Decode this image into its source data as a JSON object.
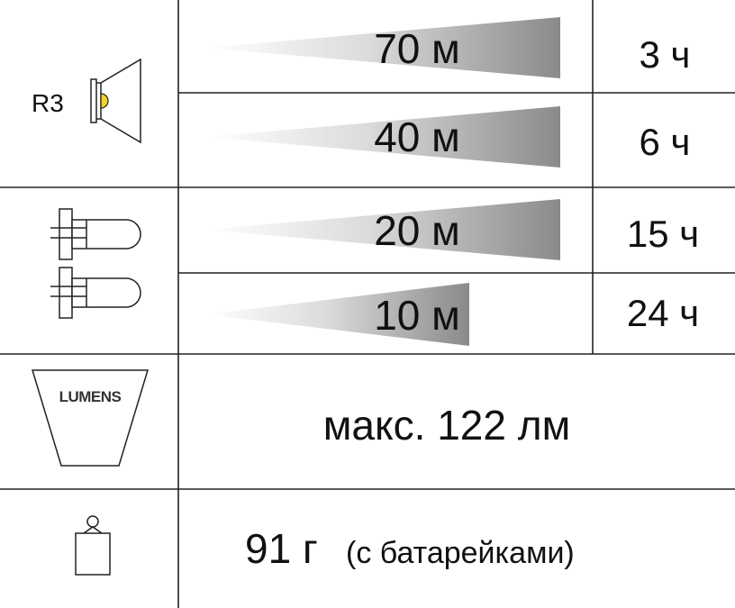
{
  "rows": [
    {
      "icon": "led-reflector-icon",
      "icon_label": "R3",
      "modes": [
        {
          "range": "70 м",
          "runtime": "3 ч",
          "range_m": 70
        },
        {
          "range": "40 м",
          "runtime": "6 ч",
          "range_m": 40
        }
      ]
    },
    {
      "icon": "double-led-bulb-icon",
      "modes": [
        {
          "range": "20 м",
          "runtime": "15 ч",
          "range_m": 20
        },
        {
          "range": "10 м",
          "runtime": "24 ч",
          "range_m": 10
        }
      ]
    }
  ],
  "output": {
    "icon": "lumens-icon",
    "icon_label": "LUMENS",
    "value": "макс. 122 лм"
  },
  "weight": {
    "icon": "weight-icon",
    "value": "91 г",
    "note": "(с батарейками)"
  },
  "colors": {
    "line": "#222222",
    "beam_dark": "#888888",
    "beam_light": "#ffffff",
    "led": "#f2d22a"
  }
}
